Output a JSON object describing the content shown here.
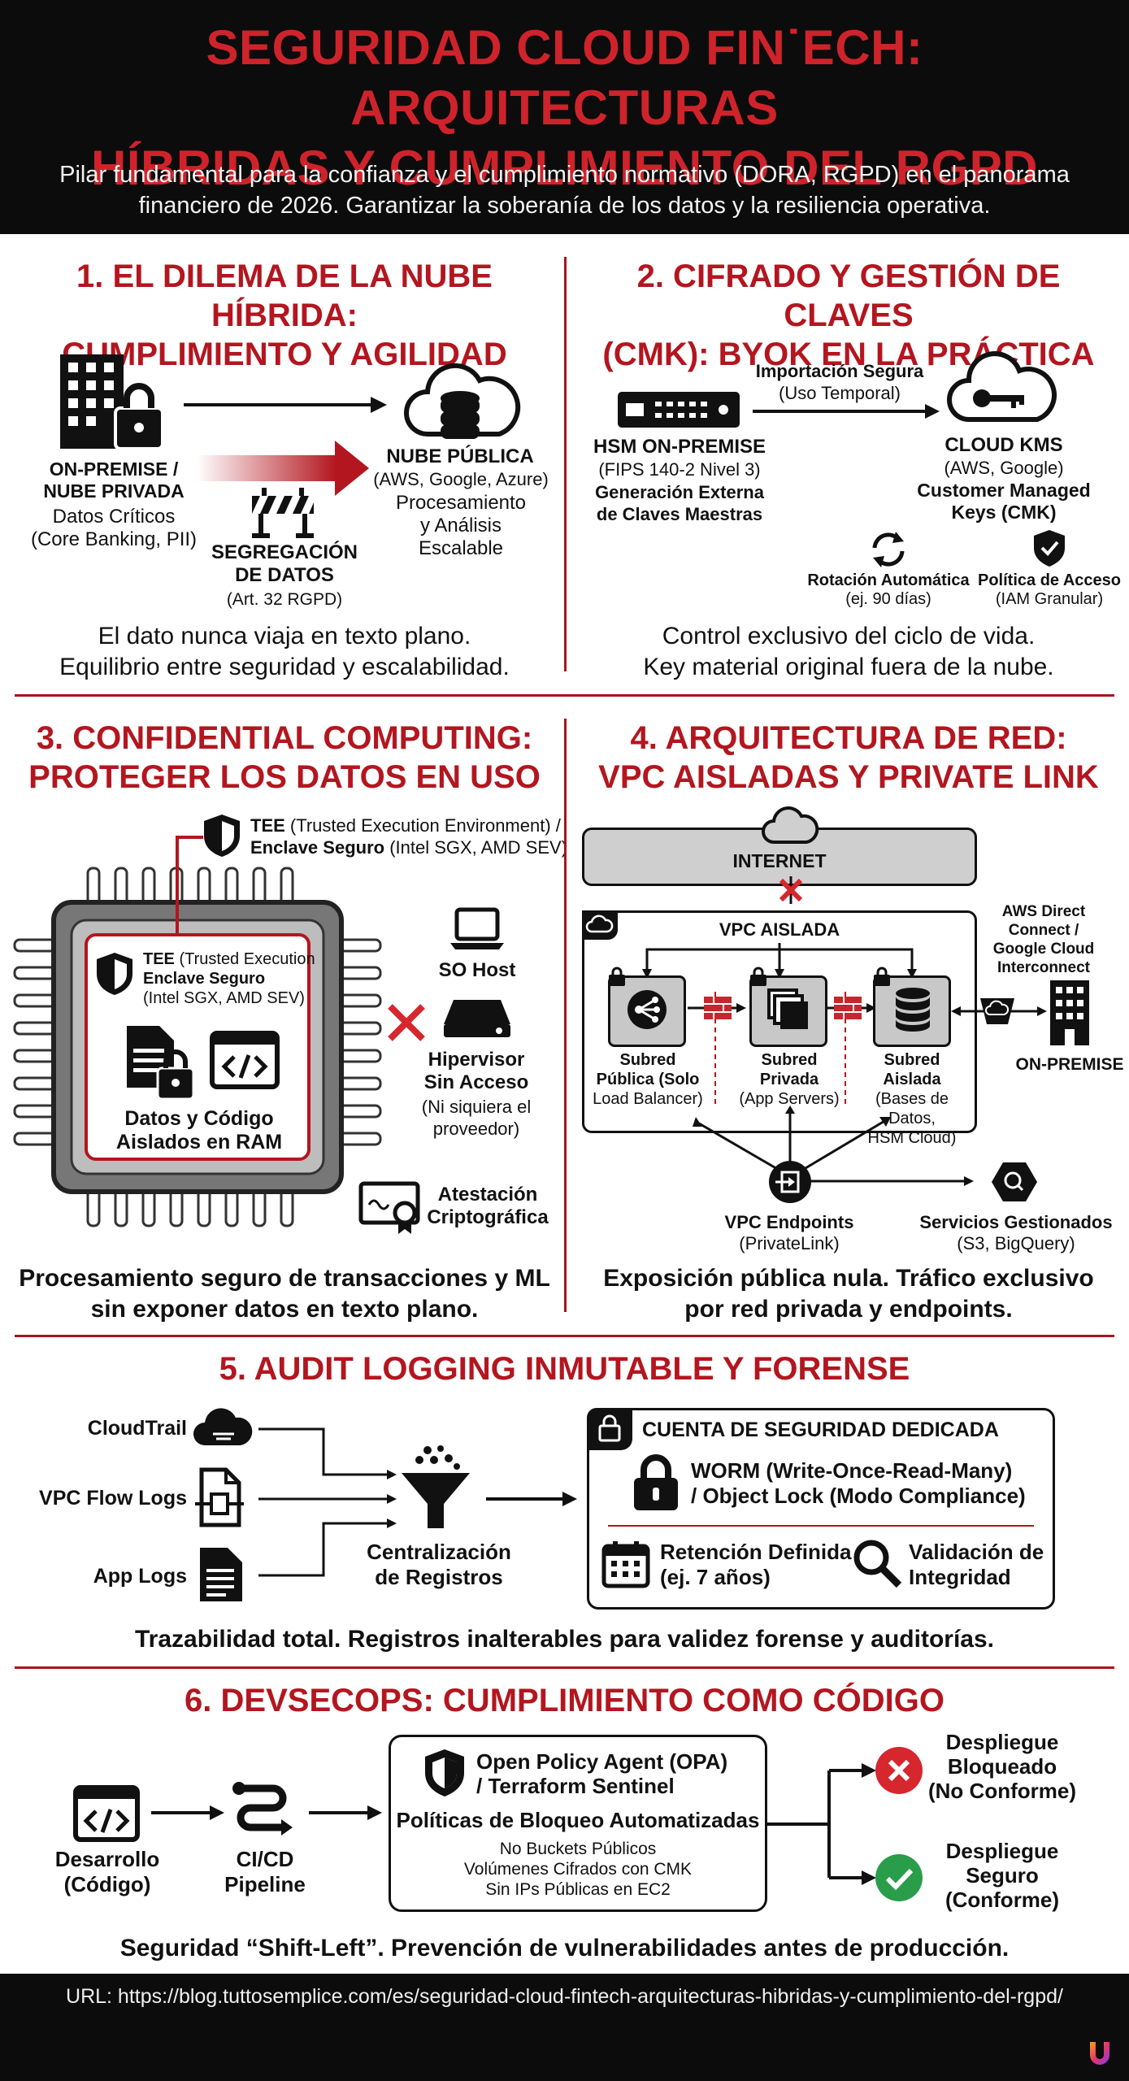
{
  "header": {
    "title_line1": "SEGURIDAD CLOUD FIN˙ECH: ARQUITECTURAS",
    "title_line2": "HÍBRIDAS Y CUMPLIMIENTO DEL RGPD",
    "subtitle_line1": "Pilar fundamental para la confianza y el cumplimiento normativo (DORA, RGPD) en el panorama",
    "subtitle_line2": "financiero de 2026. Garantizar la soberanía de los datos y la resiliencia operativa."
  },
  "s1": {
    "title_line1": "1. EL DILEMA DE LA NUBE HÍBRIDA:",
    "title_line2": "CUMPLIMIENTO Y AGILIDAD",
    "onprem_line1": "ON-PREMISE /",
    "onprem_line2": "NUBE PRIVADA",
    "onprem_desc1": "Datos Críticos",
    "onprem_desc2": "(Core Banking, PII)",
    "public_title": "NUBE PÚBLICA",
    "public_sub": "(AWS, Google, Azure)",
    "public_desc1": "Procesamiento",
    "public_desc2": "y Análisis",
    "public_desc3": "Escalable",
    "seg_line1": "SEGREGACIÓN",
    "seg_line2": "DE DATOS",
    "seg_sub": "(Art. 32 RGPD)",
    "caption_line1": "El dato nunca viaja en texto plano.",
    "caption_line2": "Equilibrio entre seguridad y escalabilidad."
  },
  "s2": {
    "title_line1": "2. CIFRADO Y GESTIÓN DE CLAVES",
    "title_line2": "(CMK): BYOK EN LA PRÁCTICA",
    "import_line1": "Importación Segura",
    "import_line2": "(Uso Temporal)",
    "hsm_title": "HSM ON-PREMISE",
    "hsm_sub": "(FIPS 140-2 Nivel 3)",
    "hsm_desc1": "Generación Externa",
    "hsm_desc2": "de Claves Maestras",
    "kms_title": "CLOUD KMS",
    "kms_sub": "(AWS, Google)",
    "kms_desc1": "Customer Managed",
    "kms_desc2": "Keys (CMK)",
    "rot_title": "Rotación Automática",
    "rot_sub": "(ej. 90 días)",
    "pol_title": "Política de Acceso",
    "pol_sub": "(IAM Granular)",
    "caption_line1": "Control exclusivo del ciclo de vida.",
    "caption_line2": "Key material original fuera de la nube."
  },
  "s3": {
    "title_line1": "3. CONFIDENTIAL COMPUTING:",
    "title_line2": "PROTEGER LOS DATOS EN USO",
    "tee_top_b1": "TEE",
    "tee_top_r1": " (Trusted Execution Environment) /",
    "tee_top_b2": "Enclave Seguro",
    "tee_top_r2": " (Intel SGX, AMD SEV)",
    "tee_in_b1": "TEE",
    "tee_in_r1": " (Trusted Execution",
    "tee_in_b2": "Enclave Seguro",
    "tee_in_r2": "(Intel SGX, AMD SEV)",
    "data_line1": "Datos y Código",
    "data_line2": "Aislados en RAM",
    "so_host": "SO Host",
    "hyp_line1": "Hipervisor",
    "hyp_line2": "Sin Acceso",
    "hyp_sub1": "(Ni siquiera el",
    "hyp_sub2": "proveedor)",
    "att_line1": "Atestación",
    "att_line2": "Criptográfica",
    "caption_line1": "Procesamiento seguro de transacciones y ML",
    "caption_line2": "sin exponer datos en texto plano."
  },
  "s4": {
    "title_line1": "4. ARQUITECTURA DE RED:",
    "title_line2": "VPC AISLADAS Y PRIVATE LINK",
    "internet": "INTERNET",
    "vpc": "VPC AISLADA",
    "direct_line1": "AWS Direct",
    "direct_line2": "Connect /",
    "direct_line3": "Google Cloud",
    "direct_line4": "Interconnect",
    "onprem": "ON-PREMISE",
    "pub_line1": "Subred",
    "pub_line2": "Pública (Solo",
    "pub_line3": "Load Balancer)",
    "priv_line1": "Subred",
    "priv_line2": "Privada",
    "priv_line3": "(App Servers)",
    "iso_line1": "Subred",
    "iso_line2": "Aislada",
    "iso_line3": "(Bases de Datos,",
    "iso_line4": "HSM Cloud)",
    "endp_title": "VPC Endpoints",
    "endp_sub": "(PrivateLink)",
    "svc_title": "Servicios Gestionados",
    "svc_sub": "(S3, BigQuery)",
    "caption_line1": "Exposición pública nula. Tráfico exclusivo",
    "caption_line2": "por red privada y endpoints."
  },
  "s5": {
    "title": "5. AUDIT LOGGING INMUTABLE Y FORENSE",
    "src1": "CloudTrail",
    "src2": "VPC Flow Logs",
    "src3": "App Logs",
    "central_line1": "Centralización",
    "central_line2": "de Registros",
    "account": "CUENTA DE SEGURIDAD DEDICADA",
    "worm_line1": "WORM (Write-Once-Read-Many)",
    "worm_line2": "/ Object Lock (Modo Compliance)",
    "ret_line1": "Retención Definida",
    "ret_line2": "(ej. 7 años)",
    "val_line1": "Validación de",
    "val_line2": "Integridad",
    "caption": "Trazabilidad total. Registros inalterables para validez forense y auditorías."
  },
  "s6": {
    "title": "6. DEVSECOPS: CUMPLIMIENTO COMO CÓDIGO",
    "dev_line1": "Desarrollo",
    "dev_line2": "(Código)",
    "ci_line1": "CI/CD",
    "ci_line2": "Pipeline",
    "opa_line1": "Open Policy Agent (OPA)",
    "opa_line2": "/ Terraform Sentinel",
    "policy_title": "Políticas de Bloqueo Automatizadas",
    "rule1": "No Buckets Públicos",
    "rule2": "Volúmenes Cifrados con CMK",
    "rule3": "Sin IPs Públicas en EC2",
    "block_line1": "Despliegue",
    "block_line2": "Bloqueado",
    "block_line3": "(No Conforme)",
    "ok_line1": "Despliegue",
    "ok_line2": "Seguro",
    "ok_line3": "(Conforme)",
    "caption": "Seguridad “Shift-Left”. Prevención de vulnerabilidades antes de producción."
  },
  "footer": {
    "url": "URL: https://blog.tuttosemplice.com/es/seguridad-cloud-fintech-arquitecturas-hibridas-y-cumplimiento-del-rgpd/"
  },
  "colors": {
    "accent_red": "#b3161f",
    "dark": "#0c0c0c",
    "success_green": "#2a9d4a",
    "error_red": "#d6262e"
  }
}
